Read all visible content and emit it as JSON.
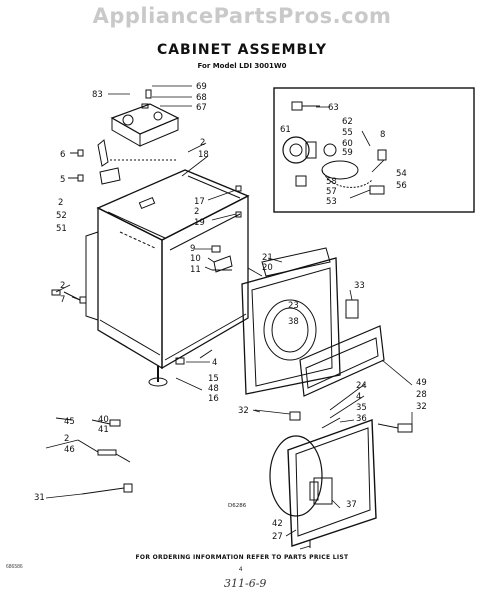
{
  "header": {
    "watermark": "AppliancePartsPros.com",
    "title": "CABINET ASSEMBLY",
    "subtitle": "For Model LDI 3001W0"
  },
  "callouts": {
    "c83": "83",
    "c69": "69",
    "c68": "68",
    "c67": "67",
    "c6": "6",
    "c5": "5",
    "c2a": "2",
    "c52": "52",
    "c51": "51",
    "c2b": "2",
    "c18": "18",
    "c17": "17",
    "c2c": "2",
    "c19": "19",
    "c9": "9",
    "c10": "10",
    "c11": "11",
    "c2d": "2",
    "c7": "7",
    "c4a": "4",
    "c15": "15",
    "c48": "48",
    "c16": "16",
    "c32a": "32",
    "c45": "45",
    "c40": "40",
    "c41": "41",
    "c2e": "2",
    "c46": "46",
    "c31": "31",
    "c21": "21",
    "c20": "20",
    "c23": "23",
    "c38": "38",
    "c33": "33",
    "c49": "49",
    "c28": "28",
    "c32b": "32",
    "c24": "24",
    "c4b": "4",
    "c35": "35",
    "c36": "36",
    "c37": "37",
    "c42": "42",
    "c27": "27",
    "c63": "63",
    "c62": "62",
    "c55": "55",
    "c60": "60",
    "c59": "59",
    "c8": "8",
    "c61": "61",
    "c54": "54",
    "c56": "56",
    "c58": "58",
    "c57": "57",
    "c53": "53"
  },
  "drawing_code": "D6286",
  "footer": {
    "notice": "FOR ORDERING INFORMATION REFER TO PARTS PRICE LIST",
    "page_number": "4",
    "doc_code": "686586",
    "handwritten": "311-6-9"
  }
}
